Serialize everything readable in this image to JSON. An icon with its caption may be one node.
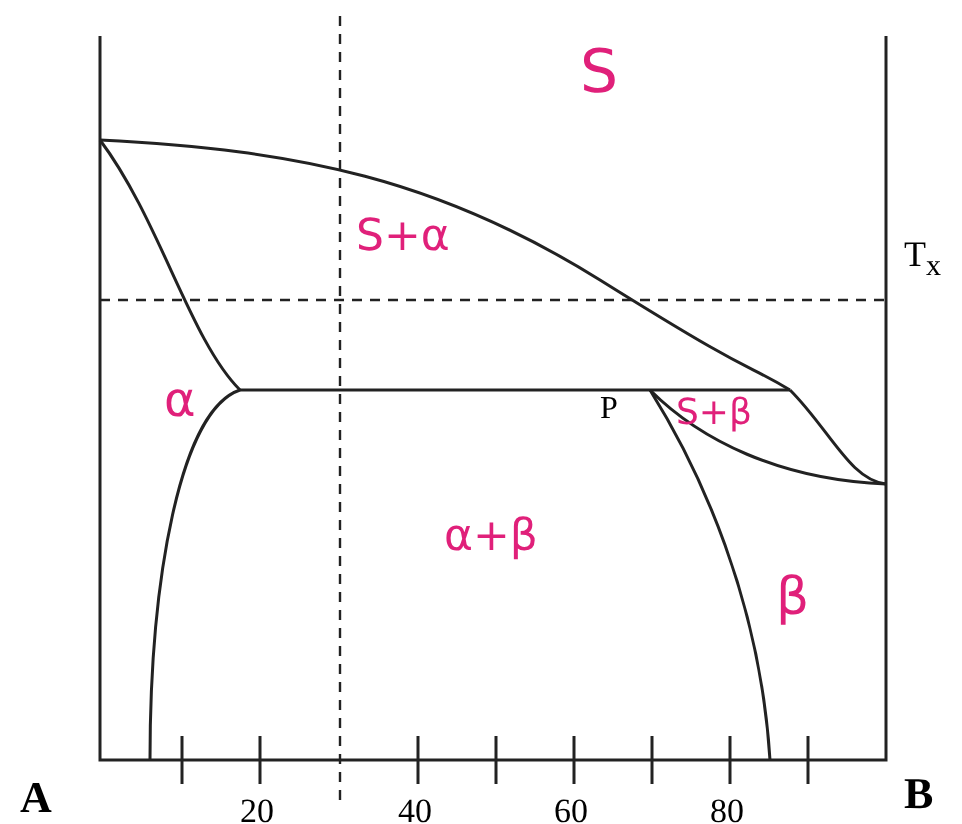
{
  "diagram": {
    "labels": [
      "S",
      "S+α",
      "T$_{x}$",
      "α",
      "P",
      "S+β",
      "α+β",
      "β",
      "A",
      "20",
      "40",
      "60",
      "80",
      "B"
    ]
  }
}
